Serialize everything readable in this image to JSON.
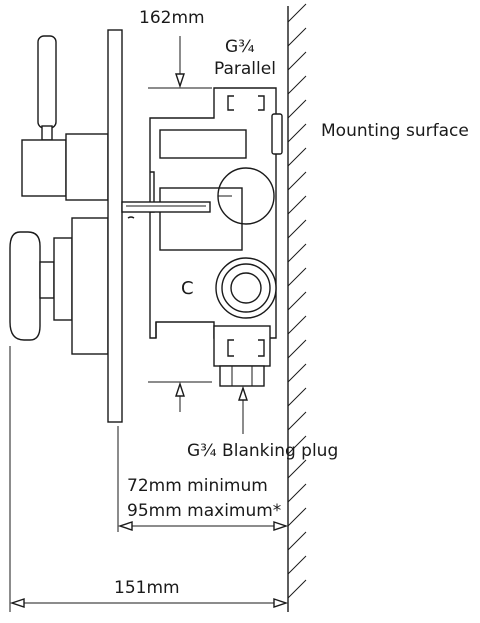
{
  "labels": {
    "dim_top": "162mm",
    "thread_size": "G¾",
    "thread_type": "Parallel",
    "mounting_surface": "Mounting surface",
    "blanking_plug": "G¾ Blanking plug",
    "dim_min": "72mm minimum",
    "dim_max": "95mm maximum*",
    "dim_total": "151mm",
    "body_mark": "C"
  },
  "colors": {
    "line": "#1a1a1a",
    "background": "#ffffff"
  }
}
